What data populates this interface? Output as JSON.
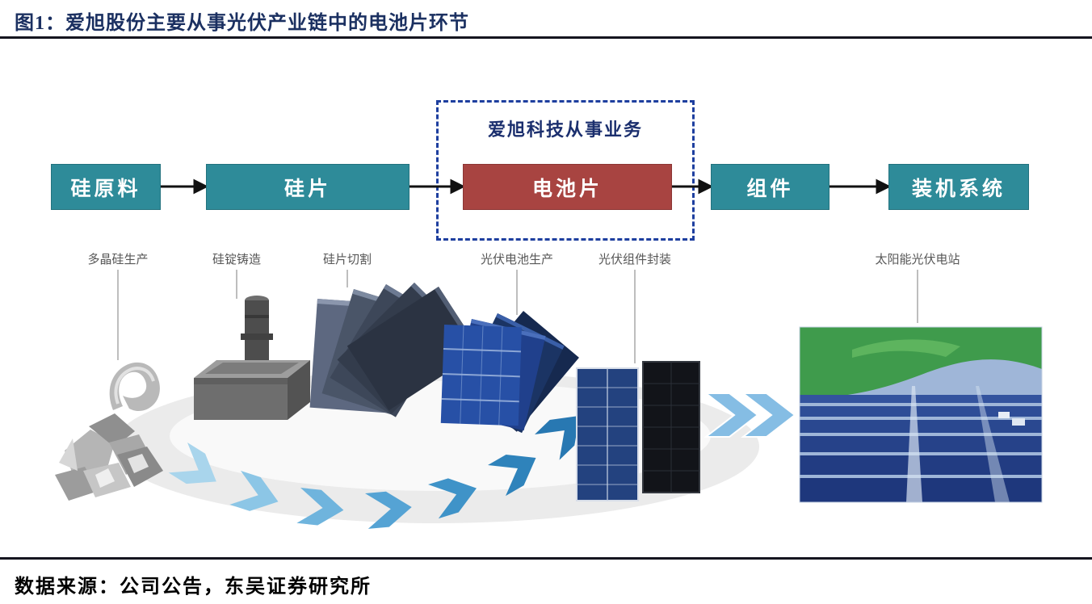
{
  "figure": {
    "title": "图1：爱旭股份主要从事光伏产业链中的电池片环节",
    "source": "数据来源：公司公告，东吴证券研究所"
  },
  "diagram": {
    "business_label": "爱旭科技从事业务",
    "flow": [
      {
        "label": "硅原料",
        "type": "teal"
      },
      {
        "label": "硅片",
        "type": "teal"
      },
      {
        "label": "电池片",
        "type": "red"
      },
      {
        "label": "组件",
        "type": "teal"
      },
      {
        "label": "装机系统",
        "type": "teal"
      }
    ],
    "stages": [
      "多晶硅生产",
      "硅锭铸造",
      "硅片切割",
      "光伏电池生产",
      "光伏组件封装",
      "太阳能光伏电站"
    ],
    "colors": {
      "teal_box": "#2e8b99",
      "red_box": "#a84441",
      "title_navy": "#1b3061",
      "dashed_border": "#1e3f9f",
      "stage_label_gray": "#575757",
      "cycle_arrow_blue": "#3d8fc4"
    }
  }
}
